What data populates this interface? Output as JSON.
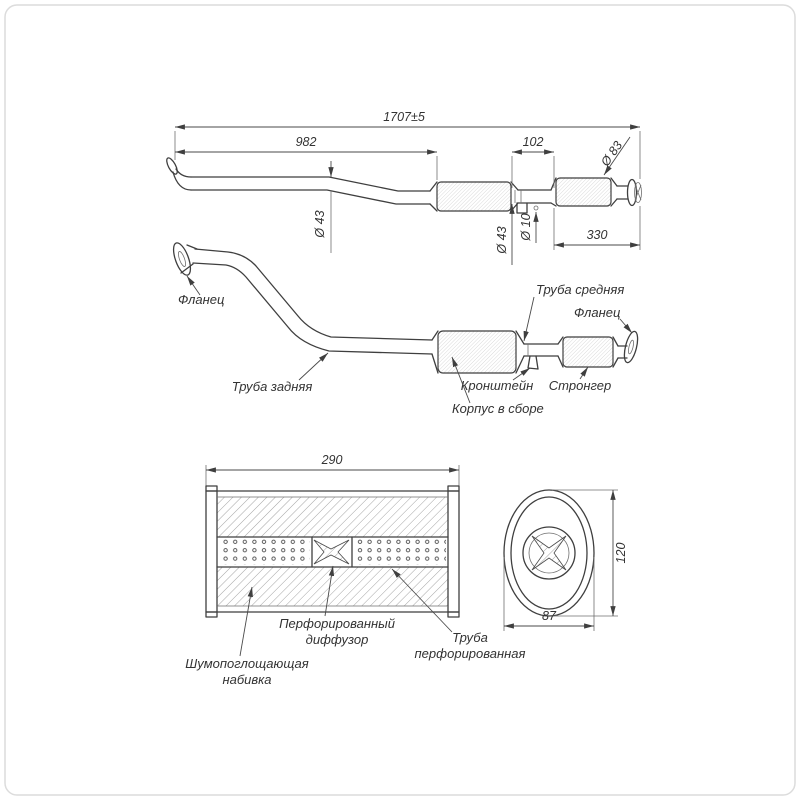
{
  "side_view": {
    "dim_total": "1707±5",
    "dim_982": "982",
    "dim_102": "102",
    "dim_d83": "Ø 83",
    "dim_d43_left": "Ø 43",
    "dim_d43_right": "Ø 43",
    "dim_d10": "Ø 10",
    "dim_330": "330"
  },
  "assembly_view": {
    "flange_left": "Фланец",
    "rear_pipe": "Труба задняя",
    "middle_pipe": "Труба средняя",
    "flange_right": "Фланец",
    "bracket": "Кронштейн",
    "stronger": "Стронгер",
    "body_assembly": "Корпус в сборе"
  },
  "section_view": {
    "dim_290": "290",
    "diffuser_line1": "Перфорированный",
    "diffuser_line2": "диффузор",
    "pipe_line1": "Труба",
    "pipe_line2": "перфорированная",
    "padding_line1": "Шумопоглощающая",
    "padding_line2": "набивка"
  },
  "end_view": {
    "dim_120": "120",
    "dim_87": "87"
  }
}
